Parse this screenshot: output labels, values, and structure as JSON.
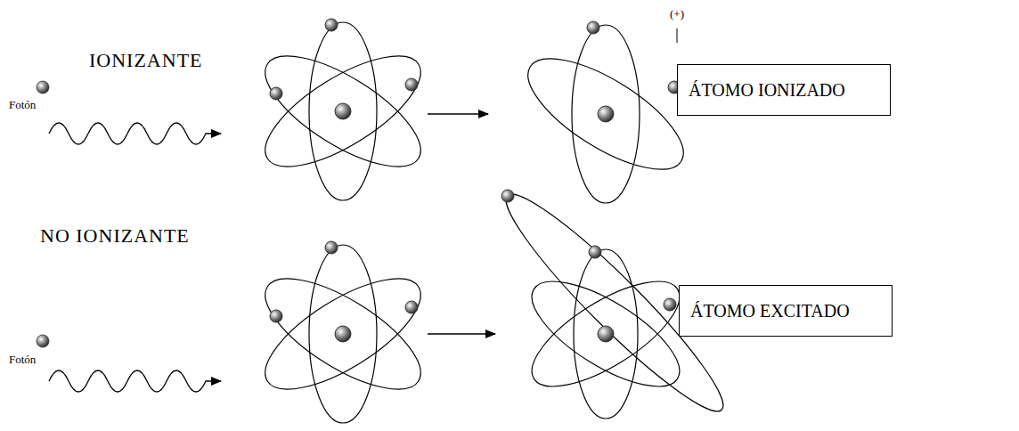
{
  "diagram": {
    "nodes": [
      {
        "text": [
          "ÁTOMO IONIZADO"
        ]
      },
      {
        "text": [
          "ÁTOMO EXCITADO"
        ]
      }
    ],
    "labels": [
      "IONIZANTE",
      "Fotón",
      "(+)",
      "NO IONIZANTE",
      "Fotón"
    ]
  }
}
